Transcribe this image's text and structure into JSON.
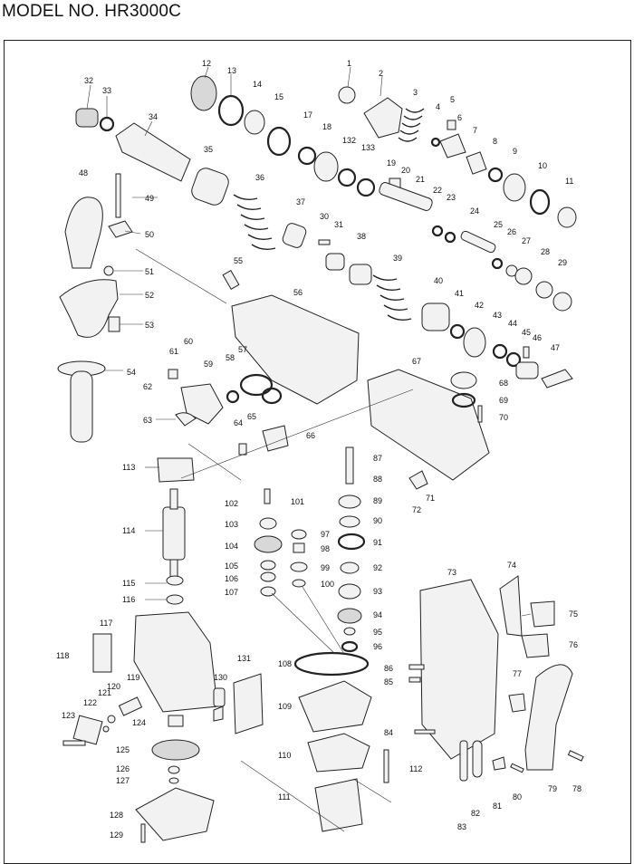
{
  "title": "MODEL NO. HR3000C",
  "callouts": [
    "1",
    "2",
    "3",
    "4",
    "5",
    "6",
    "7",
    "8",
    "9",
    "10",
    "11",
    "12",
    "13",
    "14",
    "15",
    "17",
    "18",
    "132",
    "133",
    "19",
    "20",
    "21",
    "22",
    "23",
    "24",
    "25",
    "26",
    "27",
    "28",
    "29",
    "32",
    "33",
    "34",
    "35",
    "36",
    "37",
    "30",
    "31",
    "38",
    "39",
    "40",
    "41",
    "42",
    "43",
    "44",
    "45",
    "46",
    "47",
    "48",
    "49",
    "50",
    "51",
    "52",
    "53",
    "54",
    "55",
    "56",
    "57",
    "58",
    "59",
    "60",
    "61",
    "62",
    "63",
    "64",
    "65",
    "66",
    "67",
    "68",
    "69",
    "70",
    "71",
    "72",
    "73",
    "74",
    "75",
    "76",
    "77",
    "78",
    "79",
    "80",
    "81",
    "82",
    "83",
    "84",
    "85",
    "86",
    "87",
    "88",
    "89",
    "90",
    "91",
    "92",
    "93",
    "94",
    "95",
    "96",
    "97",
    "98",
    "99",
    "100",
    "101",
    "102",
    "103",
    "104",
    "105",
    "106",
    "107",
    "108",
    "109",
    "110",
    "111",
    "112",
    "113",
    "114",
    "115",
    "116",
    "117",
    "118",
    "119",
    "120",
    "121",
    "122",
    "123",
    "124",
    "125",
    "126",
    "127",
    "128",
    "129",
    "130",
    "131"
  ]
}
